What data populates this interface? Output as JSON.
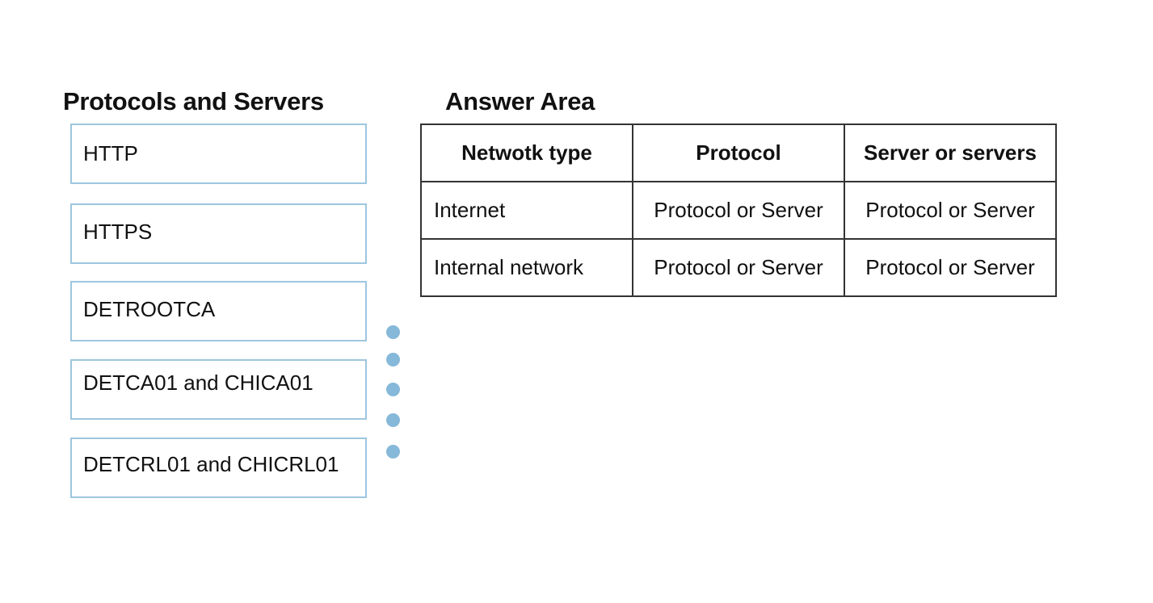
{
  "left_panel": {
    "title": "Protocols and Servers",
    "options": [
      {
        "label": "HTTP"
      },
      {
        "label": "HTTPS"
      },
      {
        "label": "DETROOTCA"
      },
      {
        "label": "DETCA01 and CHICA01"
      },
      {
        "label": "DETCRL01 and CHICRL01"
      }
    ]
  },
  "answer_area": {
    "title": "Answer Area",
    "headers": [
      "Netwotk type",
      "Protocol",
      "Server or servers"
    ],
    "rows": [
      {
        "label": "Internet",
        "protocol": "Protocol or Server",
        "server": "Protocol or Server"
      },
      {
        "label": "Internal network",
        "protocol": "Protocol or Server",
        "server": "Protocol or Server"
      }
    ]
  },
  "colors": {
    "option_border": "#9ec6df",
    "dot": "#86b8d9",
    "table_border": "#333333"
  }
}
